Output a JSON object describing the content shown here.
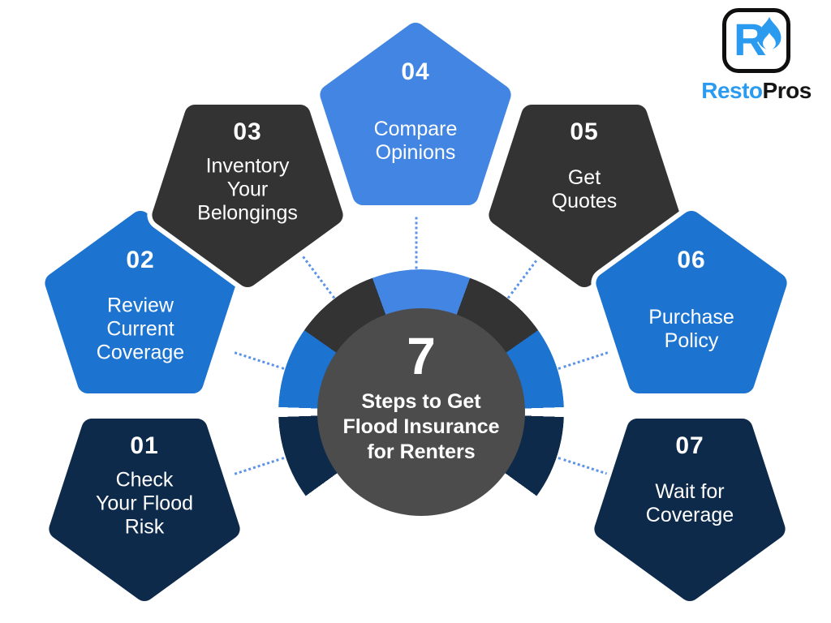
{
  "brand": {
    "icon_letter": "R",
    "name_primary": "Resto",
    "name_secondary": "Pros",
    "icon_color": "#2b9bf0",
    "text_secondary_color": "#161616"
  },
  "center": {
    "number": "7",
    "title": "Steps to Get\nFlood Insurance\nfor Renters",
    "color": "#4c4c4c"
  },
  "steps": [
    {
      "number": "01",
      "title": "Check\nYour Flood\nRisk",
      "color": "#0e2a4b"
    },
    {
      "number": "02",
      "title": "Review\nCurrent\nCoverage",
      "color": "#1c73d0"
    },
    {
      "number": "03",
      "title": "Inventory\nYour\nBelongings",
      "color": "#333333"
    },
    {
      "number": "04",
      "title": "Compare\nOpinions",
      "color": "#4285e2"
    },
    {
      "number": "05",
      "title": "Get\nQuotes",
      "color": "#333333"
    },
    {
      "number": "06",
      "title": "Purchase\nPolicy",
      "color": "#1c73d0"
    },
    {
      "number": "07",
      "title": "Wait for\nCoverage",
      "color": "#0e2a4b"
    }
  ],
  "ring": {
    "connector_color": "#5b93e8",
    "segments": [
      {
        "step": "01",
        "color": "#0e2a4b",
        "from": -126,
        "to": -92
      },
      {
        "step": "02",
        "color": "#1c73d0",
        "from": -88,
        "to": -55
      },
      {
        "step": "03",
        "color": "#333333",
        "from": -55,
        "to": -20
      },
      {
        "step": "04",
        "color": "#4285e2",
        "from": -20,
        "to": 20
      },
      {
        "step": "05",
        "color": "#333333",
        "from": 20,
        "to": 55
      },
      {
        "step": "06",
        "color": "#1c73d0",
        "from": 55,
        "to": 88
      },
      {
        "step": "07",
        "color": "#0e2a4b",
        "from": 92,
        "to": 126
      }
    ]
  }
}
